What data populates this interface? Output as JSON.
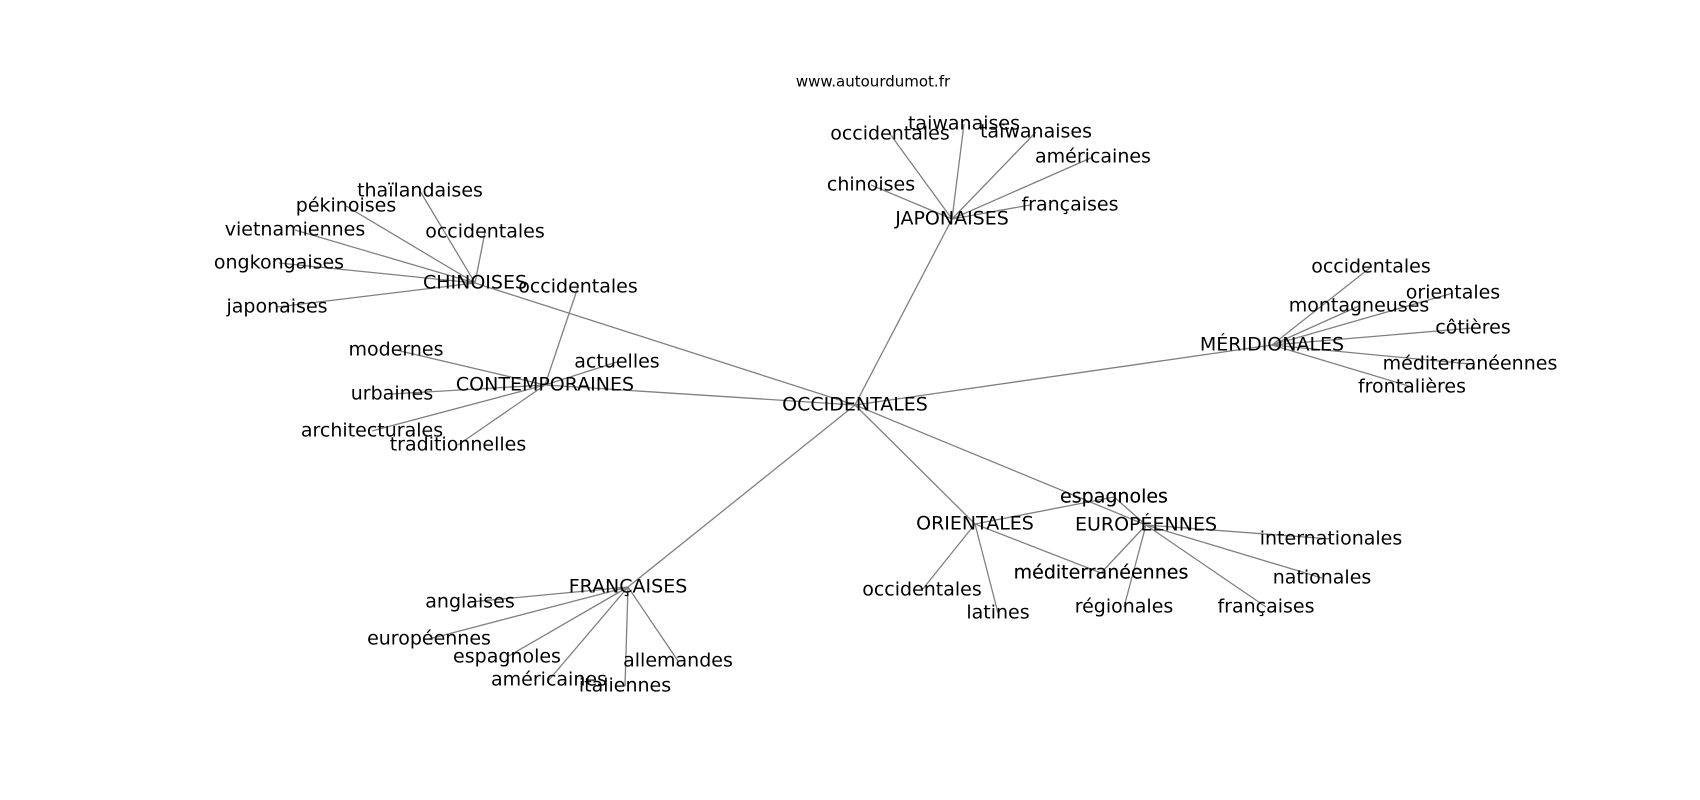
{
  "site": "www.autourdumot.fr",
  "center": "OCCIDENTALES",
  "hubs": [
    {
      "id": "chinoises",
      "label": "CHINOISES",
      "leaves": [
        "thaïlandaises",
        "pékinoises",
        "vietnamiennes",
        "ongkongaises",
        "japonaises",
        "occidentales"
      ]
    },
    {
      "id": "japonaises",
      "label": "JAPONAISES",
      "leaves": [
        "occidentales",
        "taiwanaises",
        "taïwanaises",
        "américaines",
        "chinoises",
        "françaises"
      ]
    },
    {
      "id": "meridionales",
      "label": "MÉRIDIONALES",
      "leaves": [
        "occidentales",
        "montagneuses",
        "orientales",
        "côtières",
        "méditerranéennes",
        "frontalières"
      ]
    },
    {
      "id": "contemporaines",
      "label": "CONTEMPORAINES",
      "leaves": [
        "occidentales",
        "actuelles",
        "modernes",
        "urbaines",
        "architecturales",
        "traditionnelles"
      ]
    },
    {
      "id": "francaises",
      "label": "FRANÇAISES",
      "leaves": [
        "anglaises",
        "européennes",
        "espagnoles",
        "américaines",
        "italiennes",
        "allemandes"
      ]
    },
    {
      "id": "orientales",
      "label": "ORIENTALES",
      "leaves": [
        "espagnoles",
        "occidentales",
        "latines",
        "méditerranéennes"
      ]
    },
    {
      "id": "europeennes",
      "label": "EUROPÉENNES",
      "leaves": [
        "espagnoles",
        "internationales",
        "nationales",
        "françaises",
        "régionales",
        "méditerranéennes"
      ]
    }
  ]
}
